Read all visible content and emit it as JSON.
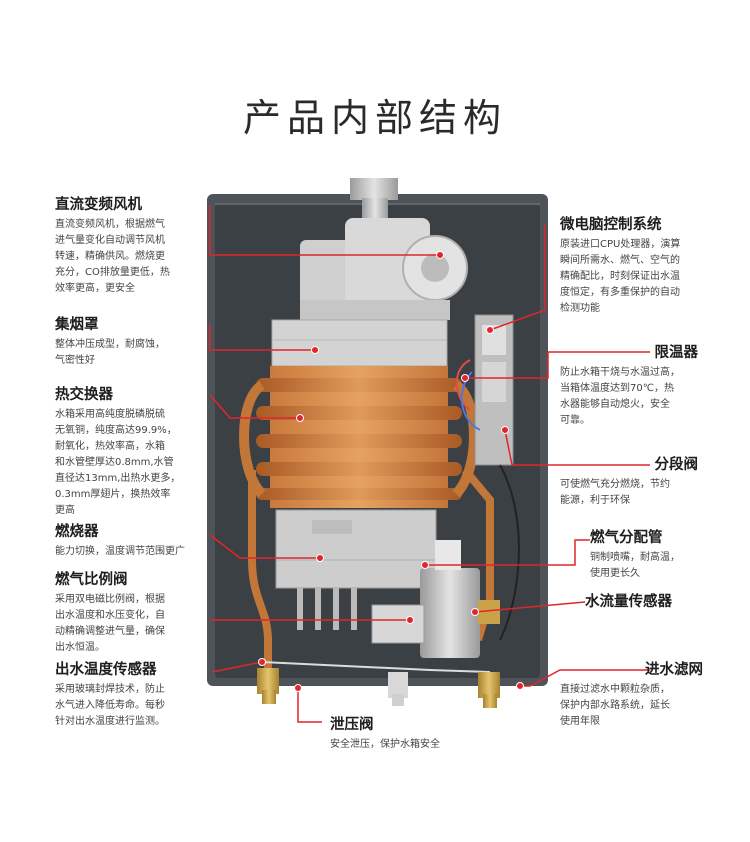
{
  "title": "产品内部结构",
  "colors": {
    "accent": "#e0262a",
    "title": "#2a2a2a"
  },
  "labels_left": [
    {
      "id": "fan",
      "title": "直流变频风机",
      "body": "直流变频风机，根据燃气\n进气量变化自动调节风机\n转速，精确供风。燃烧更\n充分，CO排放量更低，热\n效率更高，更安全"
    },
    {
      "id": "hood",
      "title": "集烟罩",
      "body": "整体冲压成型，耐腐蚀，\n气密性好"
    },
    {
      "id": "exchanger",
      "title": "热交换器",
      "body": "水箱采用高纯度脱磷脱硫\n无氧铜，纯度高达99.9%，\n耐氧化，热效率高，水箱\n和水管壁厚达0.8mm,水管\n直径达13mm,出热水更多，\n0.3mm厚翅片，换热效率\n更高"
    },
    {
      "id": "burner",
      "title": "燃烧器",
      "body": "能力切换，温度调节范围更广"
    },
    {
      "id": "gas-valve",
      "title": "燃气比例阀",
      "body": "采用双电磁比例阀，根据\n出水温度和水压变化，自\n动精确调整进气量，确保\n出水恒温。"
    },
    {
      "id": "out-sensor",
      "title": "出水温度传感器",
      "body": "采用玻璃封焊技术，防止\n水气进入降低寿命。每秒\n针对出水温度进行监测。"
    }
  ],
  "labels_right": [
    {
      "id": "cpu",
      "title": "微电脑控制系统",
      "body": "原装进口CPU处理器，演算\n瞬间所需水、燃气、空气的\n精确配比，时刻保证出水温\n度恒定，有多重保护的自动\n检测功能"
    },
    {
      "id": "limiter",
      "title": "限温器",
      "body": "防止水箱干烧与水温过高，\n当箱体温度达到70℃，热\n水器能够自动熄火，安全\n可靠。"
    },
    {
      "id": "section-valve",
      "title": "分段阀",
      "body": "可使燃气充分燃烧，节约\n能源，利于环保"
    },
    {
      "id": "manifold",
      "title": "燃气分配管",
      "body": "铜制喷嘴，耐高温，\n使用更长久"
    },
    {
      "id": "flow-sensor",
      "title": "水流量传感器",
      "body": ""
    },
    {
      "id": "filter",
      "title": "进水滤网",
      "body": "直接过滤水中颗粒杂质，\n保护内部水路系统，延长\n使用年限"
    }
  ],
  "label_bottom": {
    "id": "relief",
    "title": "泄压阀",
    "body": "安全泄压，保护水箱安全"
  }
}
